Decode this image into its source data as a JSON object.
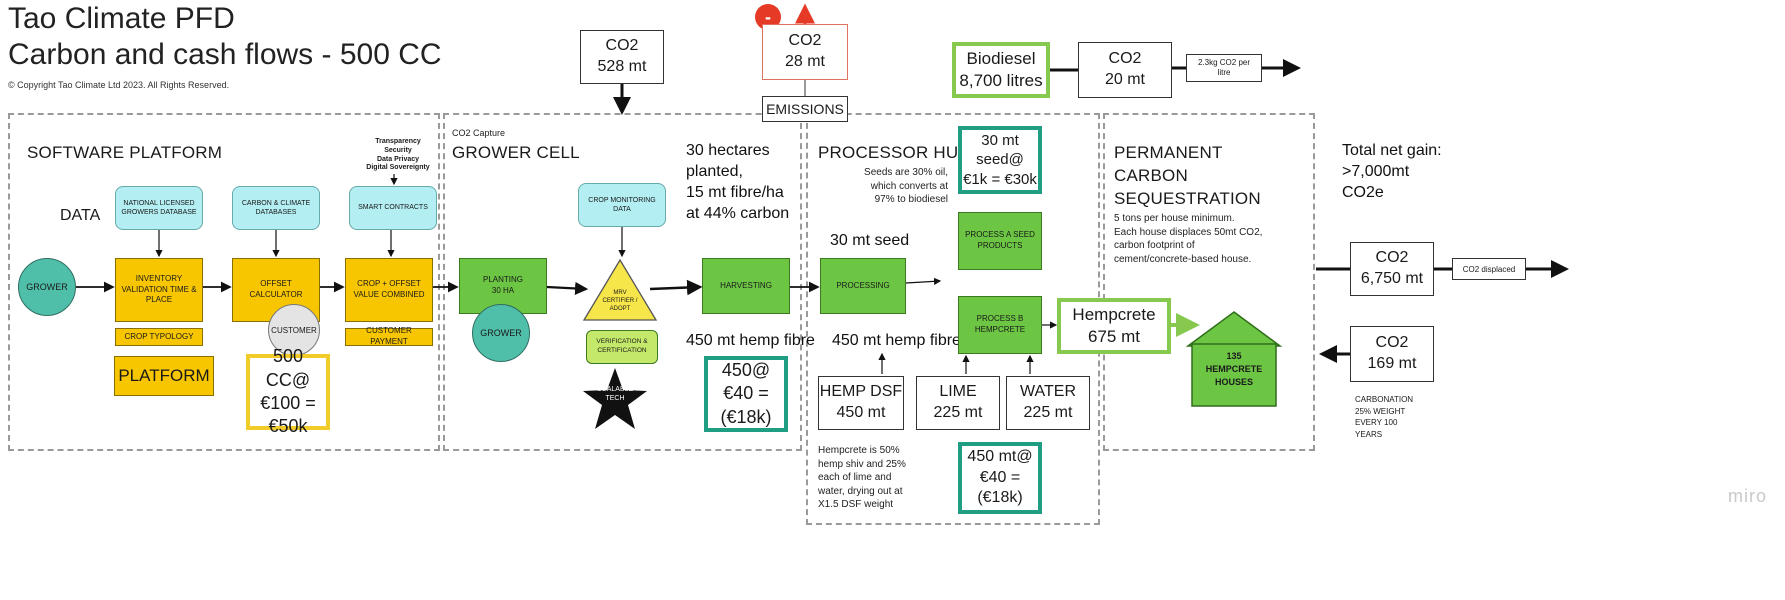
{
  "header": {
    "title_line1": "Tao Climate PFD",
    "title_line2": "Carbon and cash flows - 500 CC",
    "copyright": "© Copyright Tao Climate Ltd 2023. All Rights Reserved."
  },
  "top": {
    "co2_in": {
      "l1": "CO2",
      "l2": "528 mt"
    },
    "co2_out": {
      "l1": "CO2",
      "l2": "28 mt"
    },
    "minus": "-",
    "emissions": "EMISSIONS",
    "biodiesel": {
      "l1": "Biodiesel",
      "l2": "8,700 litres"
    },
    "co2_biodiesel": {
      "l1": "CO2",
      "l2": "20 mt"
    },
    "per_litre": "2.3kg CO2 per litre"
  },
  "software": {
    "title": "SOFTWARE PLATFORM",
    "transparency": [
      "Transparency",
      "Security",
      "Data Privacy",
      "Digital Sovereignty"
    ],
    "data_label": "DATA",
    "db1": "NATIONAL LICENSED GROWERS DATABASE",
    "db2": "CARBON & CLIMATE DATABASES",
    "db3": "SMART CONTRACTS",
    "grower": "GROWER",
    "inventory": "INVENTORY VALIDATION TIME & PLACE",
    "offset": "OFFSET CALCULATOR",
    "crop_offset": "CROP + OFFSET VALUE COMBINED",
    "crop_typology": "CROP TYPOLOGY",
    "customer": "CUSTOMER",
    "customer_payment": "CUSTOMER PAYMENT",
    "platform": "PLATFORM",
    "cc_value": {
      "l1": "500 CC@",
      "l2": "€100 =",
      "l3": "€50k"
    }
  },
  "grower_cell": {
    "capture_label": "CO2 Capture",
    "title": "GROWER CELL",
    "hectares": [
      "30 hectares",
      "planted,",
      "15 mt fibre/ha",
      "at 44% carbon"
    ],
    "crop_monitoring": "CROP MONITORING DATA",
    "planting": {
      "l1": "PLANTING",
      "l2": "30 ha"
    },
    "grower": "GROWER",
    "verifier": "MRV CERTIFIER / ADOPT",
    "verification": "VERIFICATION & CERTIFICATION",
    "scalable": "SCALABLE TECH",
    "harvesting": "HARVESTING",
    "fibre_out": "450 mt hemp fibre",
    "fibre_value": {
      "l1": "450@",
      "l2": "€40 =",
      "l3": "(€18k)"
    }
  },
  "processor": {
    "title": "PROCESSOR HUB",
    "seed_note": [
      "Seeds are 30% oil,",
      "which converts at",
      "97% to biodiesel"
    ],
    "seed_value": {
      "l1": "30 mt",
      "l2": "seed@",
      "l3": "€1k = €30k"
    },
    "seed_label": "30 mt seed",
    "process_a": "PROCESS A SEED PRODUCTS",
    "processing": "PROCESSING",
    "fibre_label": "450 mt hemp fibre",
    "process_b": "PROCESS B HEMPCRETE",
    "hempcrete": {
      "l1": "Hempcrete",
      "l2": "675 mt"
    },
    "hemp_dsf": {
      "l1": "HEMP DSF",
      "l2": "450 mt"
    },
    "lime": {
      "l1": "LIME",
      "l2": "225 mt"
    },
    "water": {
      "l1": "WATER",
      "l2": "225 mt"
    },
    "hempcrete_note": [
      "Hempcrete is 50%",
      "hemp shiv and 25%",
      "each of lime and",
      "water, drying out at",
      "X1.5 DSF weight"
    ],
    "hempcrete_value": {
      "l1": "450 mt@",
      "l2": "€40 =",
      "l3": "(€18k)"
    }
  },
  "sequestration": {
    "title": [
      "PERMANENT",
      "CARBON",
      "SEQUESTRATION"
    ],
    "note": [
      "5 tons per house minimum.",
      "Each house displaces 50mt CO2,",
      "carbon footprint of",
      "cement/concrete-based house."
    ],
    "houses": {
      "l1": "135",
      "l2": "HEMPCRETE",
      "l3": "HOUSES"
    }
  },
  "right": {
    "total": [
      "Total net gain:",
      ">7,000mt",
      "CO2e"
    ],
    "co2_displaced_box": {
      "l1": "CO2",
      "l2": "6,750 mt"
    },
    "displaced": "CO2 displaced",
    "co2_carbonation": {
      "l1": "CO2",
      "l2": "169 mt"
    },
    "carbonation": [
      "CARBONATION",
      "25% WEIGHT",
      "EVERY 100",
      "YEARS"
    ],
    "watermark": "miro"
  },
  "colors": {
    "yellow": "#f7c600",
    "green": "#6cc644",
    "teal": "#1f9e84",
    "light_green": "#86c94e",
    "cyan": "#b3eef2",
    "emission_red": "#e53a25"
  }
}
